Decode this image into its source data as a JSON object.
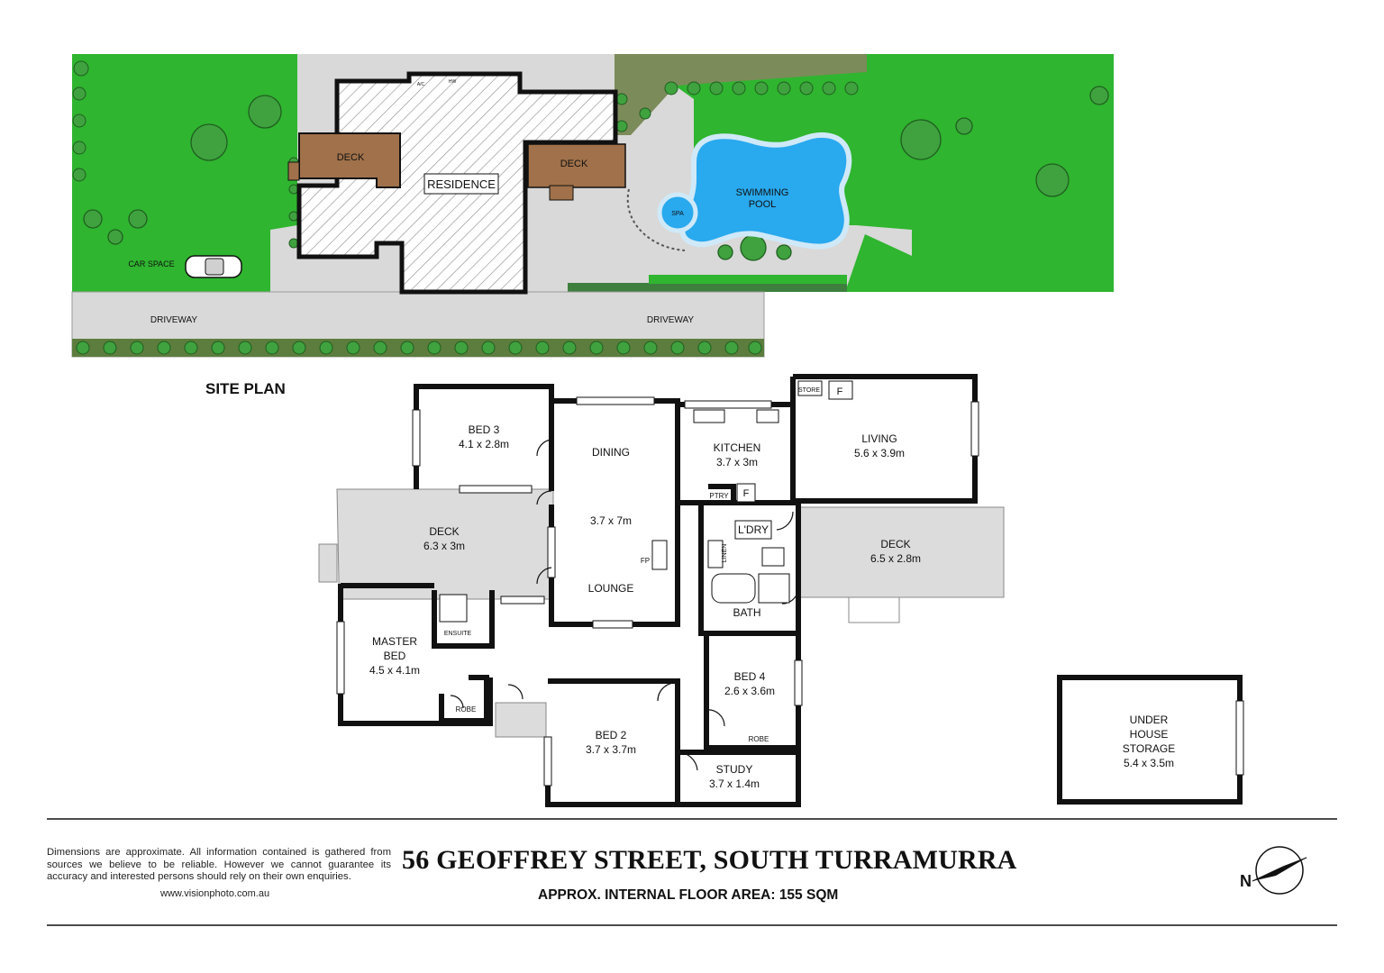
{
  "site_plan": {
    "title": "SITE PLAN",
    "labels": {
      "deck_west": "DECK",
      "residence": "RESIDENCE",
      "deck_east": "DECK",
      "swimming": "SWIMMING",
      "pool": "POOL",
      "spa": "SPA",
      "car_space": "CAR SPACE",
      "driveway_west": "DRIVEWAY",
      "driveway_east": "DRIVEWAY",
      "ac": "A/C",
      "hw": "HW"
    }
  },
  "rooms": {
    "bed3": {
      "name": "BED 3",
      "size": "4.1 x 2.8m"
    },
    "dining": {
      "name": "DINING"
    },
    "lounge_size": {
      "size": "3.7 x 7m"
    },
    "lounge": {
      "name": "LOUNGE"
    },
    "fp": {
      "name": "FP"
    },
    "kitchen": {
      "name": "KITCHEN",
      "size": "3.7 x 3m"
    },
    "store": {
      "name": "STORE"
    },
    "fridge_living": {
      "name": "F"
    },
    "living": {
      "name": "LIVING",
      "size": "5.6 x 3.9m"
    },
    "ptry": {
      "name": "PTRY"
    },
    "fridge_kitchen": {
      "name": "F"
    },
    "ldry": {
      "name": "L'DRY"
    },
    "linen": {
      "name": "LINEN"
    },
    "deck_west": {
      "name": "DECK",
      "size": "6.3 x 3m"
    },
    "deck_east": {
      "name": "DECK",
      "size": "6.5 x 2.8m"
    },
    "bath": {
      "name": "BATH"
    },
    "ensuite": {
      "name": "ENSUITE"
    },
    "master": {
      "name1": "MASTER",
      "name2": "BED",
      "size": "4.5 x 4.1m"
    },
    "robe_master": {
      "name": "ROBE"
    },
    "bed4": {
      "name": "BED 4",
      "size": "2.6 x 3.6m"
    },
    "robe_bed4": {
      "name": "ROBE"
    },
    "bed2": {
      "name": "BED 2",
      "size": "3.7 x 3.7m"
    },
    "study": {
      "name": "STUDY",
      "size": "3.7 x 1.4m"
    },
    "storage": {
      "name1": "UNDER",
      "name2": "HOUSE",
      "name3": "STORAGE",
      "size": "5.4 x 3.5m"
    }
  },
  "footer": {
    "disclaimer": "Dimensions are approximate. All information contained is gathered from sources we believe to be reliable. However we cannot guarantee its accuracy and interested persons should rely on their own enquiries.",
    "website": "www.visionphoto.com.au",
    "address": "56 GEOFFREY STREET, SOUTH TURRAMURRA",
    "floor_area": "APPROX. INTERNAL FLOOR AREA: 155 SQM",
    "compass_letter": "N"
  },
  "colors": {
    "lawn": "#2fb52f",
    "paving": "#d9d9d9",
    "deck_timber": "#a0714a",
    "pool_water": "#29a9ee",
    "wall": "#111111",
    "deck_floor": "#dcdcdc"
  }
}
